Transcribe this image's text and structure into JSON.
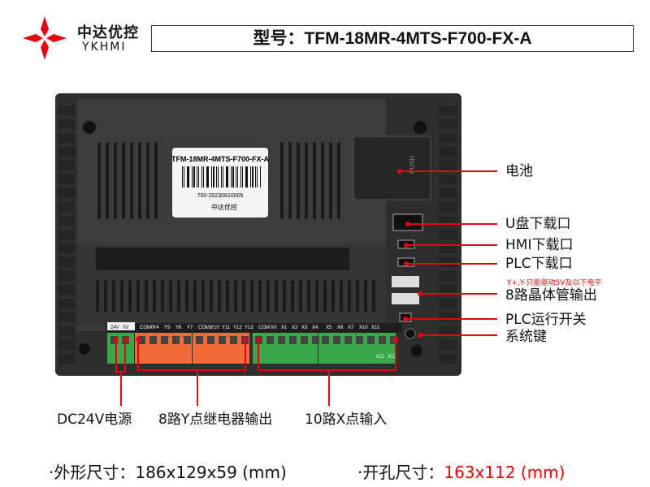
{
  "brand": {
    "name_cn": "中达优控",
    "name_en": "YKHMI"
  },
  "header": {
    "model_label": "型号：TFM-18MR-4MTS-F700-FX-A"
  },
  "sticker": {
    "model": "TFM-18MR-4MTS-F700-FX-A",
    "serial": "700-20230810005",
    "brand": "中达优控"
  },
  "device": {
    "push_label": "PUSH",
    "terminals": [
      "24V",
      "0V",
      "COM0",
      "Y4",
      "Y5",
      "Y6",
      "Y7",
      "COM1",
      "Y10",
      "Y11",
      "Y12",
      "Y13",
      "COM",
      "X0",
      "X1",
      "X2",
      "X3",
      "X4",
      "X5",
      "X6",
      "X7",
      "X10",
      "X11"
    ],
    "terminals_lower": [
      "X12",
      "X13"
    ]
  },
  "callouts": {
    "battery": "电池",
    "usb_download": "U盘下载口",
    "hmi_download": "HMI下载口",
    "plc_download": "PLC下载口",
    "transistor_note": "Y+,Y-只能驱动5V及以下电平",
    "transistor_output": "8路晶体管输出",
    "plc_run_switch": "PLC运行开关",
    "system_key": "系统键",
    "dc24v_power": "DC24V电源",
    "relay_output": "8路Y点继电器输出",
    "x_input": "10路X点输入"
  },
  "specs": {
    "dimensions_label": "·外形尺寸：",
    "dimensions_value": "186x129x59 (mm)",
    "cutout_label": "·开孔尺寸：",
    "cutout_value": "163x112 (mm)"
  },
  "colors": {
    "accent": "#e60012",
    "relay": "#f26a3a",
    "input": "#3aa84a",
    "body": "#3a3a3a"
  }
}
